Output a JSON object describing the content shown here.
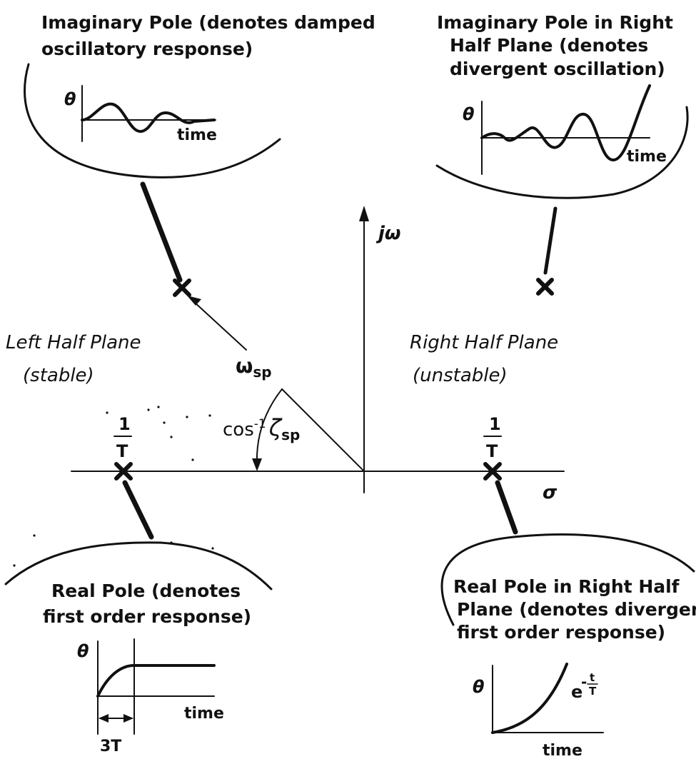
{
  "captions": {
    "imag_left_line1": "Imaginary Pole (denotes damped",
    "imag_left_line2": "oscillatory response)",
    "imag_right_line1": "Imaginary Pole in Right",
    "imag_right_line2": "Half Plane (denotes",
    "imag_right_line3": "divergent oscillation)",
    "real_left_line1": "Real Pole (denotes",
    "real_left_line2": "first order response)",
    "real_right_line1": "Real Pole in Right Half",
    "real_right_line2": "Plane (denotes divergent",
    "real_right_line3": "first order response)"
  },
  "regions": {
    "left_line1": "Left Half Plane",
    "left_line2": "(stable)",
    "right_line1": "Right Half Plane",
    "right_line2": "(unstable)"
  },
  "axes": {
    "imag": "jω",
    "real": "σ"
  },
  "labels": {
    "omega": "ω",
    "omega_sub": "sp",
    "angle_prefix": "cos",
    "angle_sup": "-1",
    "angle_zeta": "ζ",
    "angle_sub": "sp",
    "one": "1",
    "T": "T",
    "theta": "θ",
    "time": "time",
    "three_T": "3T",
    "exp_base": "e",
    "exp_sign": "-",
    "exp_num": "t",
    "exp_den": "T"
  }
}
